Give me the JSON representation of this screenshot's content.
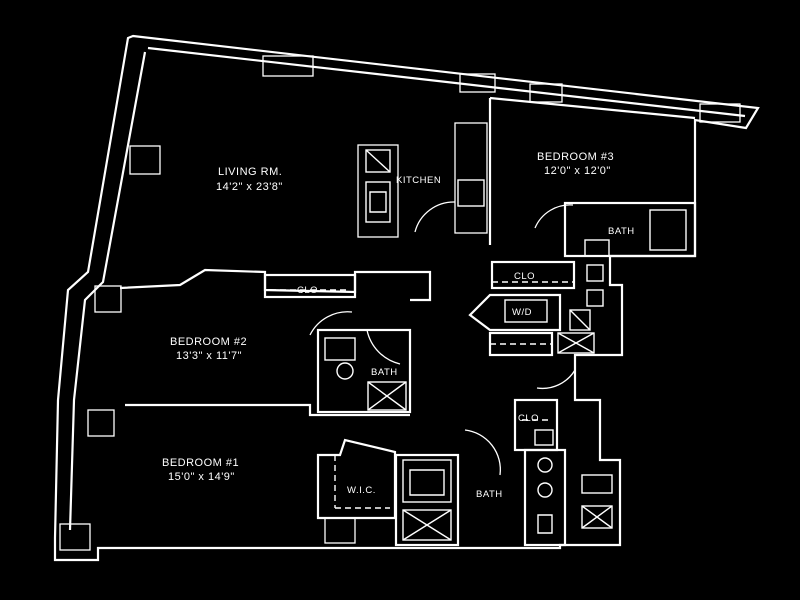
{
  "rooms": {
    "living": {
      "name": "LIVING RM.",
      "dims": "14'2\" x 23'8\""
    },
    "kitchen": {
      "name": "KITCHEN"
    },
    "bedroom3": {
      "name": "BEDROOM #3",
      "dims": "12'0\" x 12'0\""
    },
    "bath3": {
      "name": "BATH"
    },
    "bedroom2": {
      "name": "BEDROOM #2",
      "dims": "13'3\" x 11'7\""
    },
    "bath2": {
      "name": "BATH"
    },
    "bedroom1": {
      "name": "BEDROOM #1",
      "dims": "15'0\" x 14'9\""
    },
    "walkin": {
      "name": "W.I.C."
    },
    "bath1": {
      "name": "BATH"
    }
  },
  "closets": {
    "hall": "CLO",
    "bedroom2": "CLO",
    "bedroom1": "CLO",
    "laundry": "W/D"
  },
  "colors": {
    "background": "#000000",
    "lines": "#ffffff"
  }
}
